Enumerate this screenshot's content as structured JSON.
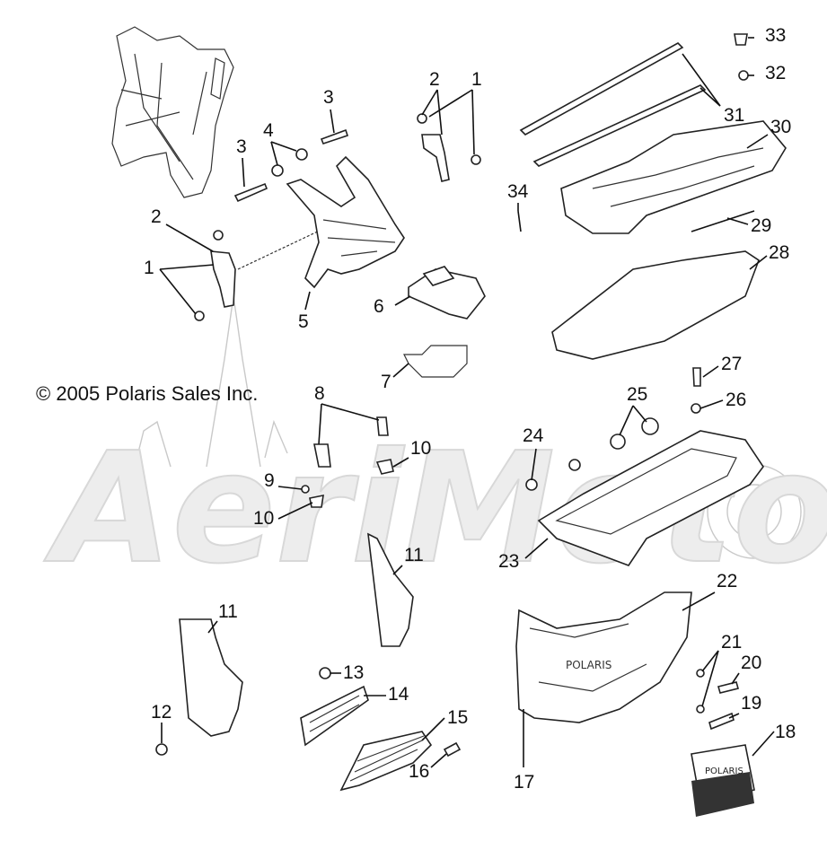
{
  "copyright": "© 2005 Polaris Sales Inc.",
  "watermark": "AeriMotor",
  "callouts": [
    {
      "id": "c33",
      "label": "33"
    },
    {
      "id": "c32",
      "label": "32"
    },
    {
      "id": "c31",
      "label": "31"
    },
    {
      "id": "c30",
      "label": "30"
    },
    {
      "id": "c29",
      "label": "29"
    },
    {
      "id": "c28",
      "label": "28"
    },
    {
      "id": "c27",
      "label": "27"
    },
    {
      "id": "c26",
      "label": "26"
    },
    {
      "id": "c25",
      "label": "25"
    },
    {
      "id": "c24",
      "label": "24"
    },
    {
      "id": "c23",
      "label": "23"
    },
    {
      "id": "c22",
      "label": "22"
    },
    {
      "id": "c21",
      "label": "21"
    },
    {
      "id": "c20",
      "label": "20"
    },
    {
      "id": "c19",
      "label": "19"
    },
    {
      "id": "c18",
      "label": "18"
    },
    {
      "id": "c17",
      "label": "17"
    },
    {
      "id": "c16",
      "label": "16"
    },
    {
      "id": "c15",
      "label": "15"
    },
    {
      "id": "c14",
      "label": "14"
    },
    {
      "id": "c13",
      "label": "13"
    },
    {
      "id": "c12",
      "label": "12"
    },
    {
      "id": "c11a",
      "label": "11"
    },
    {
      "id": "c11b",
      "label": "11"
    },
    {
      "id": "c10a",
      "label": "10"
    },
    {
      "id": "c10b",
      "label": "10"
    },
    {
      "id": "c9",
      "label": "9"
    },
    {
      "id": "c8",
      "label": "8"
    },
    {
      "id": "c7",
      "label": "7"
    },
    {
      "id": "c6",
      "label": "6"
    },
    {
      "id": "c5",
      "label": "5"
    },
    {
      "id": "c4",
      "label": "4"
    },
    {
      "id": "c3a",
      "label": "3"
    },
    {
      "id": "c3b",
      "label": "3"
    },
    {
      "id": "c2a",
      "label": "2"
    },
    {
      "id": "c2b",
      "label": "2"
    },
    {
      "id": "c1a",
      "label": "1"
    },
    {
      "id": "c1b",
      "label": "1"
    },
    {
      "id": "c34",
      "label": "34"
    }
  ],
  "grille_emblem": "POLARIS",
  "bumper_emblem": "POLARIS"
}
